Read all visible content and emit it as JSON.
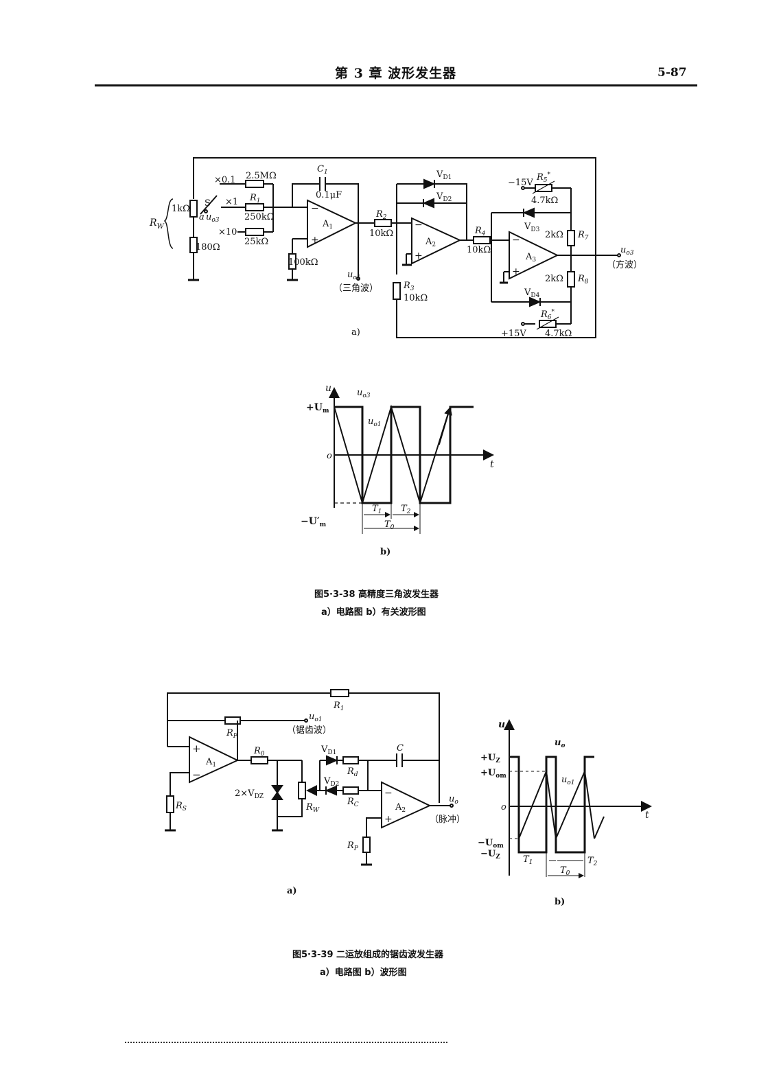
{
  "header": {
    "chapter": "第 3 章   波形发生器",
    "page": "5-87"
  },
  "fig38": {
    "caption": "图5·3-38   高精度三角波发生器",
    "subcaption": "a）电路图    b）有关波形图",
    "circuit": {
      "label": "a)",
      "rw": "R",
      "rw_sub": "W",
      "r_1k": "1kΩ",
      "r_180": "180Ω",
      "switch_s": "S",
      "node_a": "a",
      "uo3": "u",
      "uo3_sub": "o3",
      "x01": "×0.1",
      "x1": "×1",
      "x10": "×10",
      "r25m": "2.5MΩ",
      "r1": "R",
      "r1_sub": "1",
      "r250k": "250kΩ",
      "r25k": "25kΩ",
      "c1": "C",
      "c1_sub": "1",
      "c1_val": "0.1μF",
      "a1": "A",
      "a1_sub": "1",
      "r100k": "100kΩ",
      "uo1": "u",
      "uo1_sub": "o1",
      "tri": "（三角波）",
      "r2": "R",
      "r2_sub": "2",
      "r2_val": "10kΩ",
      "vd1": "V",
      "vd1_sub": "D1",
      "vd2": "V",
      "vd2_sub": "D2",
      "a2": "A",
      "a2_sub": "2",
      "r3": "R",
      "r3_sub": "3",
      "r3_val": "10kΩ",
      "r4": "R",
      "r4_sub": "4",
      "r4_val": "10kΩ",
      "neg15": "−15V",
      "r5": "R",
      "r5_sub": "5",
      "r5_star": "*",
      "r5_val": "4.7kΩ",
      "vd3": "V",
      "vd3_sub": "D3",
      "r7_val": "2kΩ",
      "r7": "R",
      "r7_sub": "7",
      "a3": "A",
      "a3_sub": "3",
      "uo3b": "u",
      "uo3b_sub": "o3",
      "square": "（方波）",
      "r8_val": "2kΩ",
      "r8": "R",
      "r8_sub": "8",
      "vd4": "V",
      "vd4_sub": "D4",
      "pos15": "+15V",
      "r6": "R",
      "r6_sub": "6",
      "r6_star": "*",
      "r6_val": "4.7kΩ"
    },
    "waveform": {
      "label": "b)",
      "u": "u",
      "uo3": "u",
      "uo3_sub": "o3",
      "um": "+U",
      "um_sub": "m",
      "uo1": "u",
      "uo1_sub": "o1",
      "zero": "o",
      "t": "t",
      "neg_um": "−U′",
      "neg_um_sub": "m",
      "t1": "T",
      "t1_sub": "1",
      "t2": "T",
      "t2_sub": "2",
      "t0": "T",
      "t0_sub": "0"
    }
  },
  "fig39": {
    "caption": "图5·3-39  二运放组成的锯齿波发生器",
    "subcaption": "a）电路图        b）波形图",
    "circuit": {
      "label": "a)",
      "r1": "R",
      "r1_sub": "1",
      "rf": "R",
      "rf_sub": "F",
      "uo1": "u",
      "uo1_sub": "o1",
      "saw": "（锯齿波）",
      "a1": "A",
      "a1_sub": "1",
      "r0": "R",
      "r0_sub": "0",
      "vd1": "V",
      "vd1_sub": "D1",
      "c": "C",
      "rd": "R",
      "rd_sub": "d",
      "vd2": "V",
      "vd2_sub": "D2",
      "rc": "R",
      "rc_sub": "C",
      "vdz": "2×V",
      "vdz_sub": "DZ",
      "rw": "R",
      "rw_sub": "W",
      "rs": "R",
      "rs_sub": "S",
      "a2": "A",
      "a2_sub": "2",
      "uo": "u",
      "uo_sub": "o",
      "pulse": "（脉冲）",
      "rp": "R",
      "rp_sub": "P"
    },
    "waveform": {
      "label": "b)",
      "u": "u",
      "uo": "u",
      "uo_sub": "o",
      "uz": "+U",
      "uz_sub": "Z",
      "uom": "+U",
      "uom_sub": "om",
      "uo1": "u",
      "uo1_sub": "o1",
      "zero": "o",
      "t": "t",
      "neg_uom": "−U",
      "neg_uom_sub": "om",
      "neg_uz": "−U",
      "neg_uz_sub": "Z",
      "t1": "T",
      "t1_sub": "1",
      "t0": "T",
      "t0_sub": "0",
      "t2": "T",
      "t2_sub": "2"
    }
  }
}
